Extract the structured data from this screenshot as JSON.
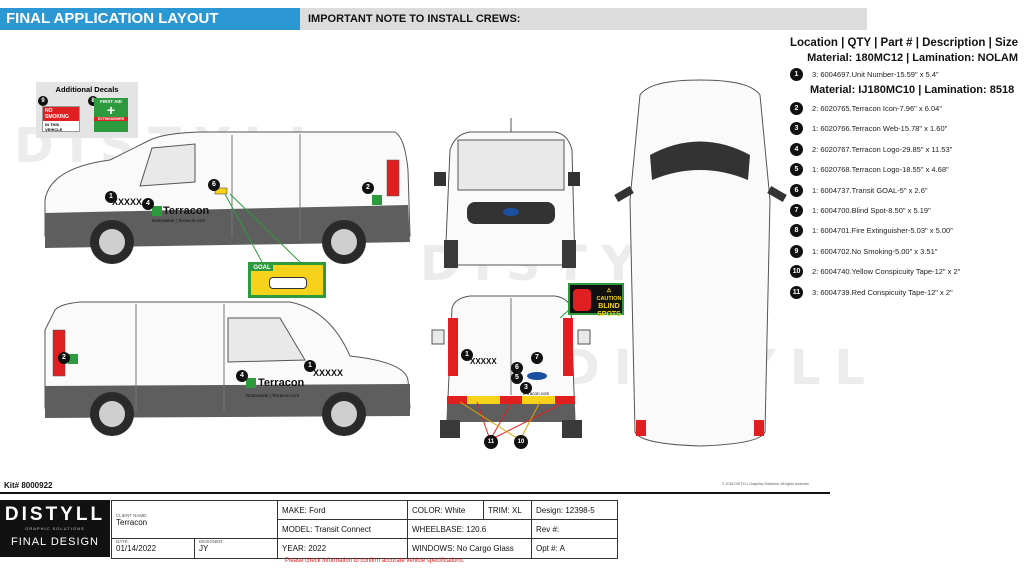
{
  "header": {
    "title": "FINAL APPLICATION LAYOUT",
    "note": "IMPORTANT NOTE TO INSTALL CREWS:"
  },
  "watermark": "DISTYLL",
  "legend": {
    "heading": "Location | QTY | Part # | Description | Size",
    "material1": "Material: 180MC12 | Lamination: NOLAM",
    "material2": "Material: IJ180MC10 | Lamination: 8518",
    "items": [
      {
        "num": "1",
        "text": "3: 6004697.Unit Number-15.59\" x 5.4\""
      },
      {
        "num": "2",
        "text": "2: 6020765.Terracon Icon-7.96\" x 6.04\""
      },
      {
        "num": "3",
        "text": "1: 6020766.Terracon Web-15.78\" x 1.60\""
      },
      {
        "num": "4",
        "text": "2: 6020767.Terracon Logo-29.85\" x 11.53\""
      },
      {
        "num": "5",
        "text": "1: 6020768.Terracon Logo-18.55\" x 4.68\""
      },
      {
        "num": "6",
        "text": "1: 6004737.Transit GOAL-5\" x 2.6\""
      },
      {
        "num": "7",
        "text": "1: 6004700.Blind Spot-8.50\" x 5.19\""
      },
      {
        "num": "8",
        "text": "1: 6004701.Fire Extinguisher-5.03\" x 5.00\""
      },
      {
        "num": "9",
        "text": "1: 6004702.No Smoking-5.00\" x 3.51\""
      },
      {
        "num": "10",
        "text": "2: 6004740.Yellow Conspicuity Tape-12\" x 2\""
      },
      {
        "num": "11",
        "text": "3: 6004739.Red Conspicuity Tape-12\" x 2\""
      }
    ]
  },
  "decals": {
    "title": "Additional Decals",
    "no_smoking_num": "9",
    "no_smoking_line1": "NO",
    "no_smoking_line2": "SMOKING",
    "no_smoking_line3": "IN THIS VEHICLE",
    "fire_num": "8",
    "fire_line1": "FIRST AID",
    "fire_line2": "EXTINGUISHER"
  },
  "van": {
    "unit_number": "XXXXX",
    "brand": "Terracon",
    "tagline": "Nationwide | Terracon.com",
    "web": "Terracon.com",
    "goal": "GOAL",
    "blind_spot_line1": "CAUTION",
    "blind_spot_line2": "BLIND",
    "blind_spot_line3": "SPOTS",
    "callouts": {
      "c1": "1",
      "c2": "2",
      "c3": "3",
      "c4": "4",
      "c5": "5",
      "c6": "6",
      "c7": "7",
      "c10": "10",
      "c11": "11"
    }
  },
  "footer": {
    "kit": "Kit# 8000922",
    "copyright": "© 2018 DISTYLL Graphics Solutions. All rights reserved.",
    "logo": "DISTYLL",
    "logo_sub": "GRAPHIC SOLUTIONS",
    "final_design": "FINAL DESIGN",
    "client_label": "CLIENT NAME:",
    "client": "Terracon",
    "date_label": "DATE:",
    "date": "01/14/2022",
    "designer_label": "DESIGNER:",
    "designer": "JY",
    "make": "MAKE:  Ford",
    "model": "MODEL: Transit Connect",
    "year": "YEAR:  2022",
    "color": "COLOR:  White",
    "trim": "TRIM: XL",
    "wheelbase": "WHEELBASE: 120.6",
    "windows": "WINDOWS: No Cargo Glass",
    "design": "Design:  12398-5",
    "rev": "Rev #:",
    "opt": "Opt #: A",
    "warning": "Please check information to confirm accurate vehicle specifications."
  },
  "colors": {
    "banner_blue": "#2b97d3",
    "banner_grey": "#dcdcdc",
    "terracon_green": "#2d9b3d",
    "lower_body_grey": "#5e5e5e",
    "caution_red": "#d22"
  }
}
